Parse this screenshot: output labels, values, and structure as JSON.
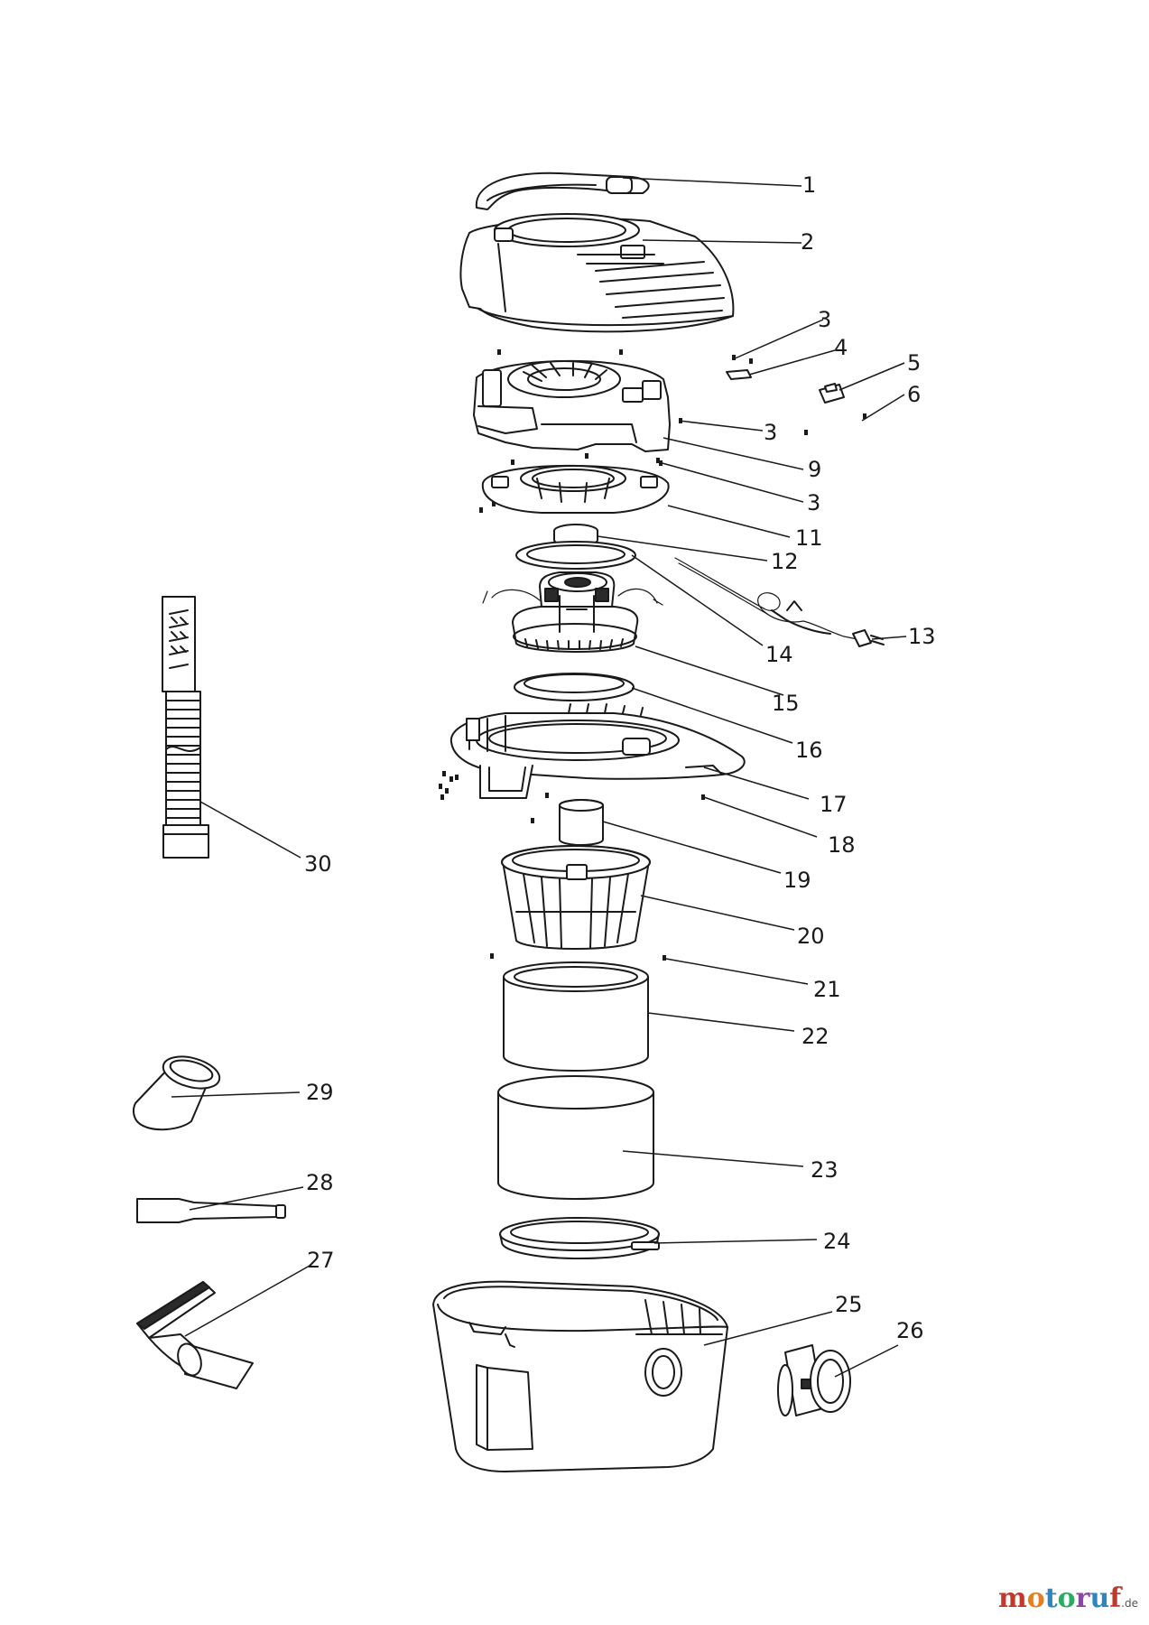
{
  "diagram": {
    "parts": [
      {
        "id": "handle",
        "number": "1"
      },
      {
        "id": "motor-cover",
        "number": "2"
      },
      {
        "id": "screw-a",
        "number": "3"
      },
      {
        "id": "switch-plate",
        "number": "4"
      },
      {
        "id": "switch",
        "number": "5"
      },
      {
        "id": "screw-b",
        "number": "6"
      },
      {
        "id": "screw-c",
        "number": "3"
      },
      {
        "id": "motor-housing-top",
        "number": "9"
      },
      {
        "id": "screw-d",
        "number": "3"
      },
      {
        "id": "motor-support-plate",
        "number": "11"
      },
      {
        "id": "foam-ring",
        "number": "12"
      },
      {
        "id": "power-cord",
        "number": "13"
      },
      {
        "id": "gasket-upper",
        "number": "14"
      },
      {
        "id": "motor",
        "number": "15"
      },
      {
        "id": "gasket-lower",
        "number": "16"
      },
      {
        "id": "motor-head-base",
        "number": "17"
      },
      {
        "id": "screw-e",
        "number": "18"
      },
      {
        "id": "float",
        "number": "19"
      },
      {
        "id": "filter-cage",
        "number": "20"
      },
      {
        "id": "screw-f",
        "number": "21"
      },
      {
        "id": "foam-filter",
        "number": "22"
      },
      {
        "id": "cartridge-filter",
        "number": "23"
      },
      {
        "id": "filter-ring",
        "number": "24"
      },
      {
        "id": "tank",
        "number": "25"
      },
      {
        "id": "hose-connector",
        "number": "26"
      },
      {
        "id": "floor-nozzle",
        "number": "27"
      },
      {
        "id": "crevice-tool",
        "number": "28"
      },
      {
        "id": "utility-nozzle",
        "number": "29"
      },
      {
        "id": "hose",
        "number": "30"
      }
    ]
  },
  "watermark": {
    "letters": [
      "m",
      "o",
      "t",
      "o",
      "r",
      "u",
      "f"
    ],
    "colors": [
      "#c0392b",
      "#e67e22",
      "#2e86c1",
      "#27ae60",
      "#8e44ad",
      "#2e86c1",
      "#c0392b"
    ],
    "suffix": ".de"
  }
}
